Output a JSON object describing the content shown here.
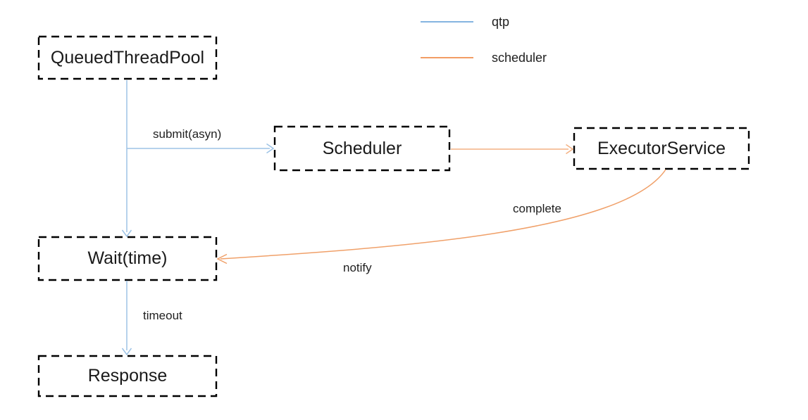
{
  "diagram": {
    "nodes": {
      "queued_thread_pool": {
        "label": "QueuedThreadPool"
      },
      "scheduler": {
        "label": "Scheduler"
      },
      "executor_service": {
        "label": "ExecutorService"
      },
      "wait": {
        "label": "Wait(time)"
      },
      "response": {
        "label": "Response"
      }
    },
    "edges": {
      "submit": {
        "label": "submit(asyn)"
      },
      "complete": {
        "label": "complete"
      },
      "notify": {
        "label": "notify"
      },
      "timeout": {
        "label": "timeout"
      }
    },
    "legend": {
      "items": [
        {
          "label": "qtp",
          "color": "#5b9bd5"
        },
        {
          "label": "scheduler",
          "color": "#ed7d31"
        }
      ]
    },
    "colors": {
      "qtp_arrow": "#9dc3e6",
      "scheduler_arrow": "#f4b183",
      "scheduler_curve": "#f0a069",
      "box_border": "#000000",
      "text": "#1f1f1f"
    }
  }
}
